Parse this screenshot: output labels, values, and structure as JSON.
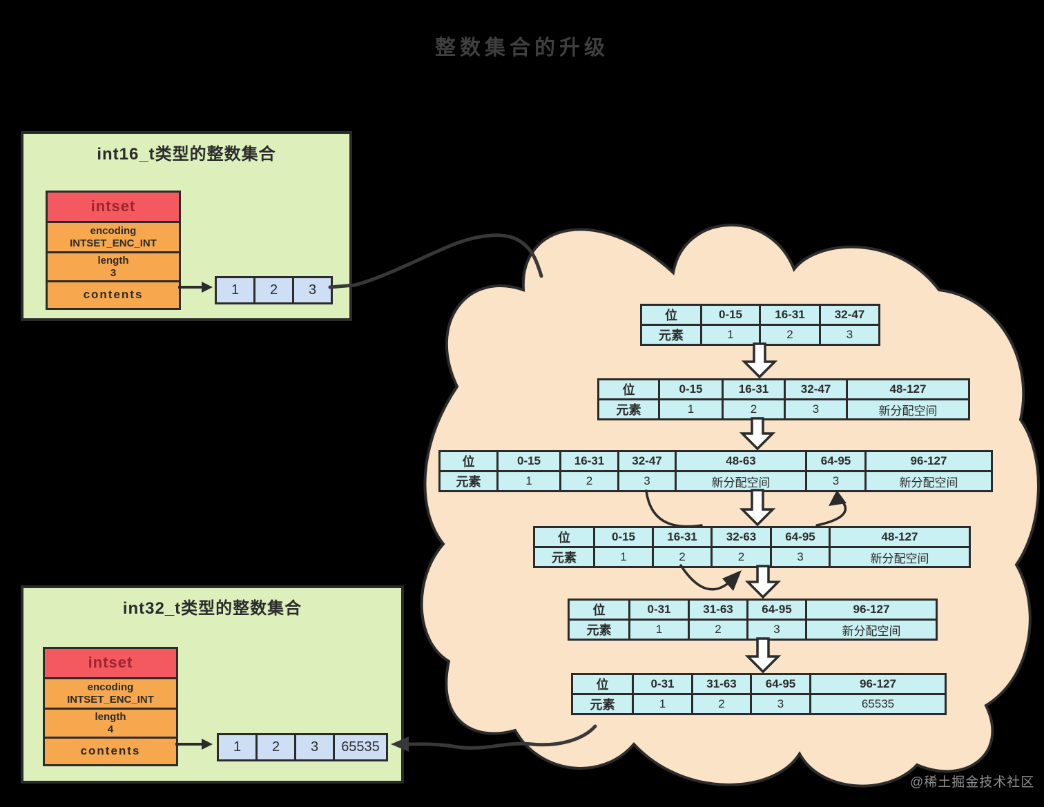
{
  "page": {
    "title": "整数集合的升级",
    "watermark": "@稀土掘金技术社区"
  },
  "int16_box": {
    "title": "int16_t类型的整数集合",
    "struct": {
      "header": "intset",
      "encoding_label": "encoding",
      "encoding_value": "INTSET_ENC_INT",
      "length_label": "length",
      "length_value": "3",
      "contents_label": "contents"
    },
    "cells": [
      "1",
      "2",
      "3"
    ]
  },
  "int32_box": {
    "title": "int32_t类型的整数集合",
    "struct": {
      "header": "intset",
      "encoding_label": "encoding",
      "encoding_value": "INTSET_ENC_INT",
      "length_label": "length",
      "length_value": "4",
      "contents_label": "contents"
    },
    "cells": [
      "1",
      "2",
      "3",
      "65535"
    ]
  },
  "cloud": {
    "row_labels": {
      "bit": "位",
      "element": "元素"
    },
    "tables": [
      {
        "bits": [
          "0-15",
          "16-31",
          "32-47"
        ],
        "elems": [
          "1",
          "2",
          "3"
        ]
      },
      {
        "bits": [
          "0-15",
          "16-31",
          "32-47",
          "48-127"
        ],
        "elems": [
          "1",
          "2",
          "3",
          "新分配空间"
        ]
      },
      {
        "bits": [
          "0-15",
          "16-31",
          "32-47",
          "48-63",
          "64-95",
          "96-127"
        ],
        "elems": [
          "1",
          "2",
          "3",
          "新分配空间",
          "3",
          "新分配空间"
        ]
      },
      {
        "bits": [
          "0-15",
          "16-31",
          "32-63",
          "64-95",
          "48-127"
        ],
        "elems": [
          "1",
          "2",
          "2",
          "3",
          "新分配空间"
        ]
      },
      {
        "bits": [
          "0-31",
          "31-63",
          "64-95",
          "96-127"
        ],
        "elems": [
          "1",
          "2",
          "3",
          "新分配空间"
        ]
      },
      {
        "bits": [
          "0-31",
          "31-63",
          "64-95",
          "96-127"
        ],
        "elems": [
          "1",
          "2",
          "3",
          "65535"
        ]
      }
    ]
  },
  "colors": {
    "bg": "#000000",
    "panel": "#ddf0bc",
    "line": "#2b2b2b",
    "red": "#f4595f",
    "red_text": "#9c2430",
    "orange": "#f7a74d",
    "blue": "#cddef5",
    "cloud": "#fbe3c7",
    "cyan": "#c9f0f2",
    "dim_title": "#3f3f3f",
    "watermark": "#8f8f8f",
    "connector": "#383838"
  }
}
